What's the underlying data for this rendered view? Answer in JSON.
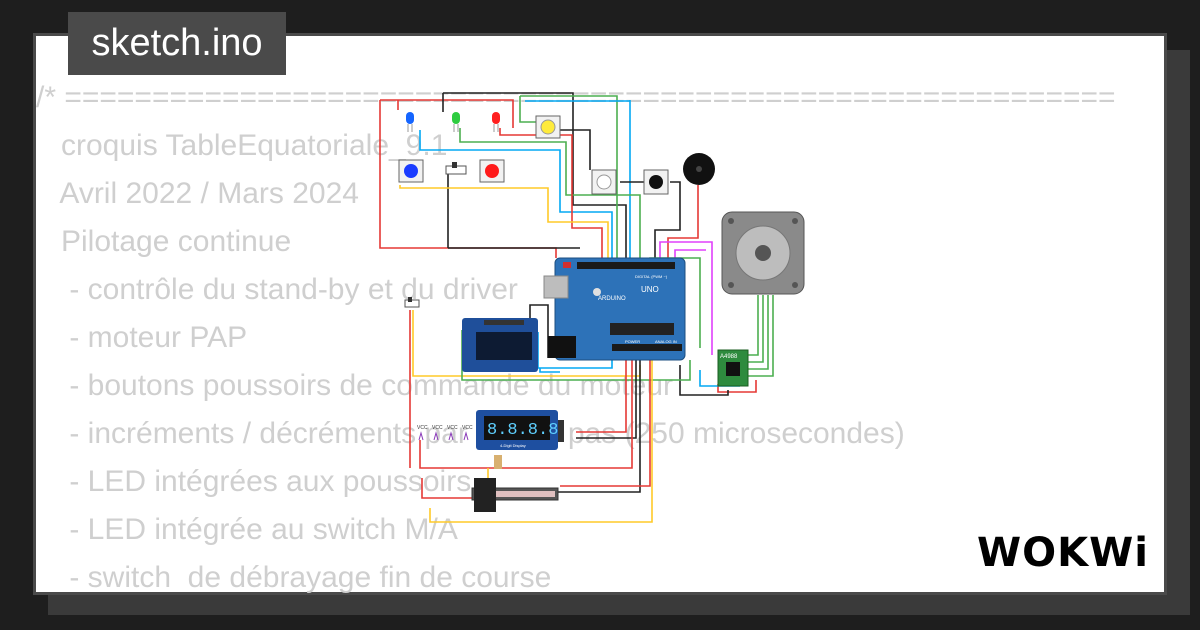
{
  "header": {
    "file_name": "sketch.ino"
  },
  "code": {
    "lines": [
      "/* ============================================================",
      "   croquis TableEquatoriale_9.1",
      "   Avril 2022 / Mars 2024",
      "   Pilotage continue",
      "    - contrôle du stand-by et du driver",
      "    - moteur PAP",
      "    - boutons poussoirs de commande du moteur",
      "    - incréments / décréments par 1/4 de pas (250 microsecondes)",
      "    - LED intégrées aux poussoirs",
      "    - LED intégrée au switch M/A",
      "    - switch  de débrayage fin de course"
    ]
  },
  "circuit": {
    "arduino_brand": "ARDUINO",
    "arduino_model": "UNO",
    "arduino_digital_label": "DIGITAL (PWM ~)",
    "arduino_power_label": "POWER",
    "arduino_analog_label": "ANALOG IN",
    "driver_label": "A4988",
    "display_label": "4-Digit Display",
    "display_digits": "8.8.8.8",
    "vcc_labels": [
      "VCC",
      "VCC",
      "VCC",
      "VCC"
    ]
  },
  "branding": {
    "logo_text": "WOKWi"
  },
  "colors": {
    "background": "#1e1e1e",
    "card": "#ffffff",
    "code_text": "#cfcfcf",
    "tab_bg": "#4a4a4a",
    "logo": "#000000"
  }
}
